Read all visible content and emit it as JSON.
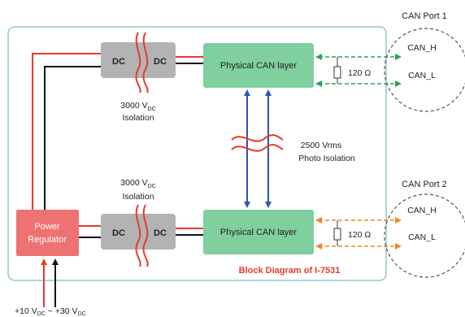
{
  "port1": {
    "title": "CAN Port 1",
    "high": "CAN_H",
    "low": "CAN_L"
  },
  "port2": {
    "title": "CAN Port 2",
    "high": "CAN_H",
    "low": "CAN_L"
  },
  "dc": {
    "label": "DC"
  },
  "isolation_top": {
    "voltage": "3000 V",
    "sub": "DC",
    "word": "Isolation"
  },
  "isolation_bottom": {
    "voltage": "3000 V",
    "sub": "DC",
    "word": "Isolation"
  },
  "can_layer": {
    "label": "Physical CAN layer"
  },
  "resistor": {
    "label": "120 Ω"
  },
  "photo_isolation": {
    "line1": "2500 Vrms",
    "line2": "Photo Isolation"
  },
  "power": {
    "line1": "Power",
    "line2": "Regulator"
  },
  "caption": "Block Diagram of I-7531",
  "input": {
    "lead": "+10 V",
    "lead_sub": "DC",
    "mid": " ~ +30 V",
    "tail_sub": "DC"
  },
  "colors": {
    "frame": "#8ec9c4",
    "dc_fill": "#b3b3b3",
    "can_fill": "#7fcf9f",
    "power_fill": "#ef7272",
    "red": "#e8392c",
    "caption": "#e8392c",
    "arrow_blue": "#2a55b8",
    "green_dash": "#29a35b",
    "orange_dash": "#f08a1c"
  }
}
